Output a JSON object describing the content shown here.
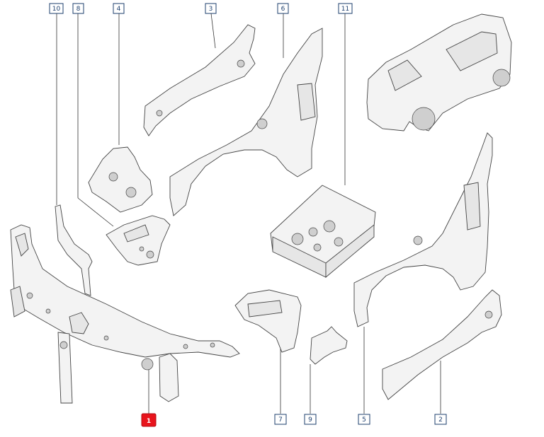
{
  "accent_color": "#e8141c",
  "callout_color": "#1d3f6e",
  "callouts": [
    {
      "id": "1",
      "highlighted": true
    },
    {
      "id": "2",
      "highlighted": false
    },
    {
      "id": "3",
      "highlighted": false
    },
    {
      "id": "4",
      "highlighted": false
    },
    {
      "id": "5",
      "highlighted": false
    },
    {
      "id": "6",
      "highlighted": false
    },
    {
      "id": "7",
      "highlighted": false
    },
    {
      "id": "8",
      "highlighted": false
    },
    {
      "id": "9",
      "highlighted": false
    },
    {
      "id": "10",
      "highlighted": false
    },
    {
      "id": "11",
      "highlighted": false
    }
  ]
}
